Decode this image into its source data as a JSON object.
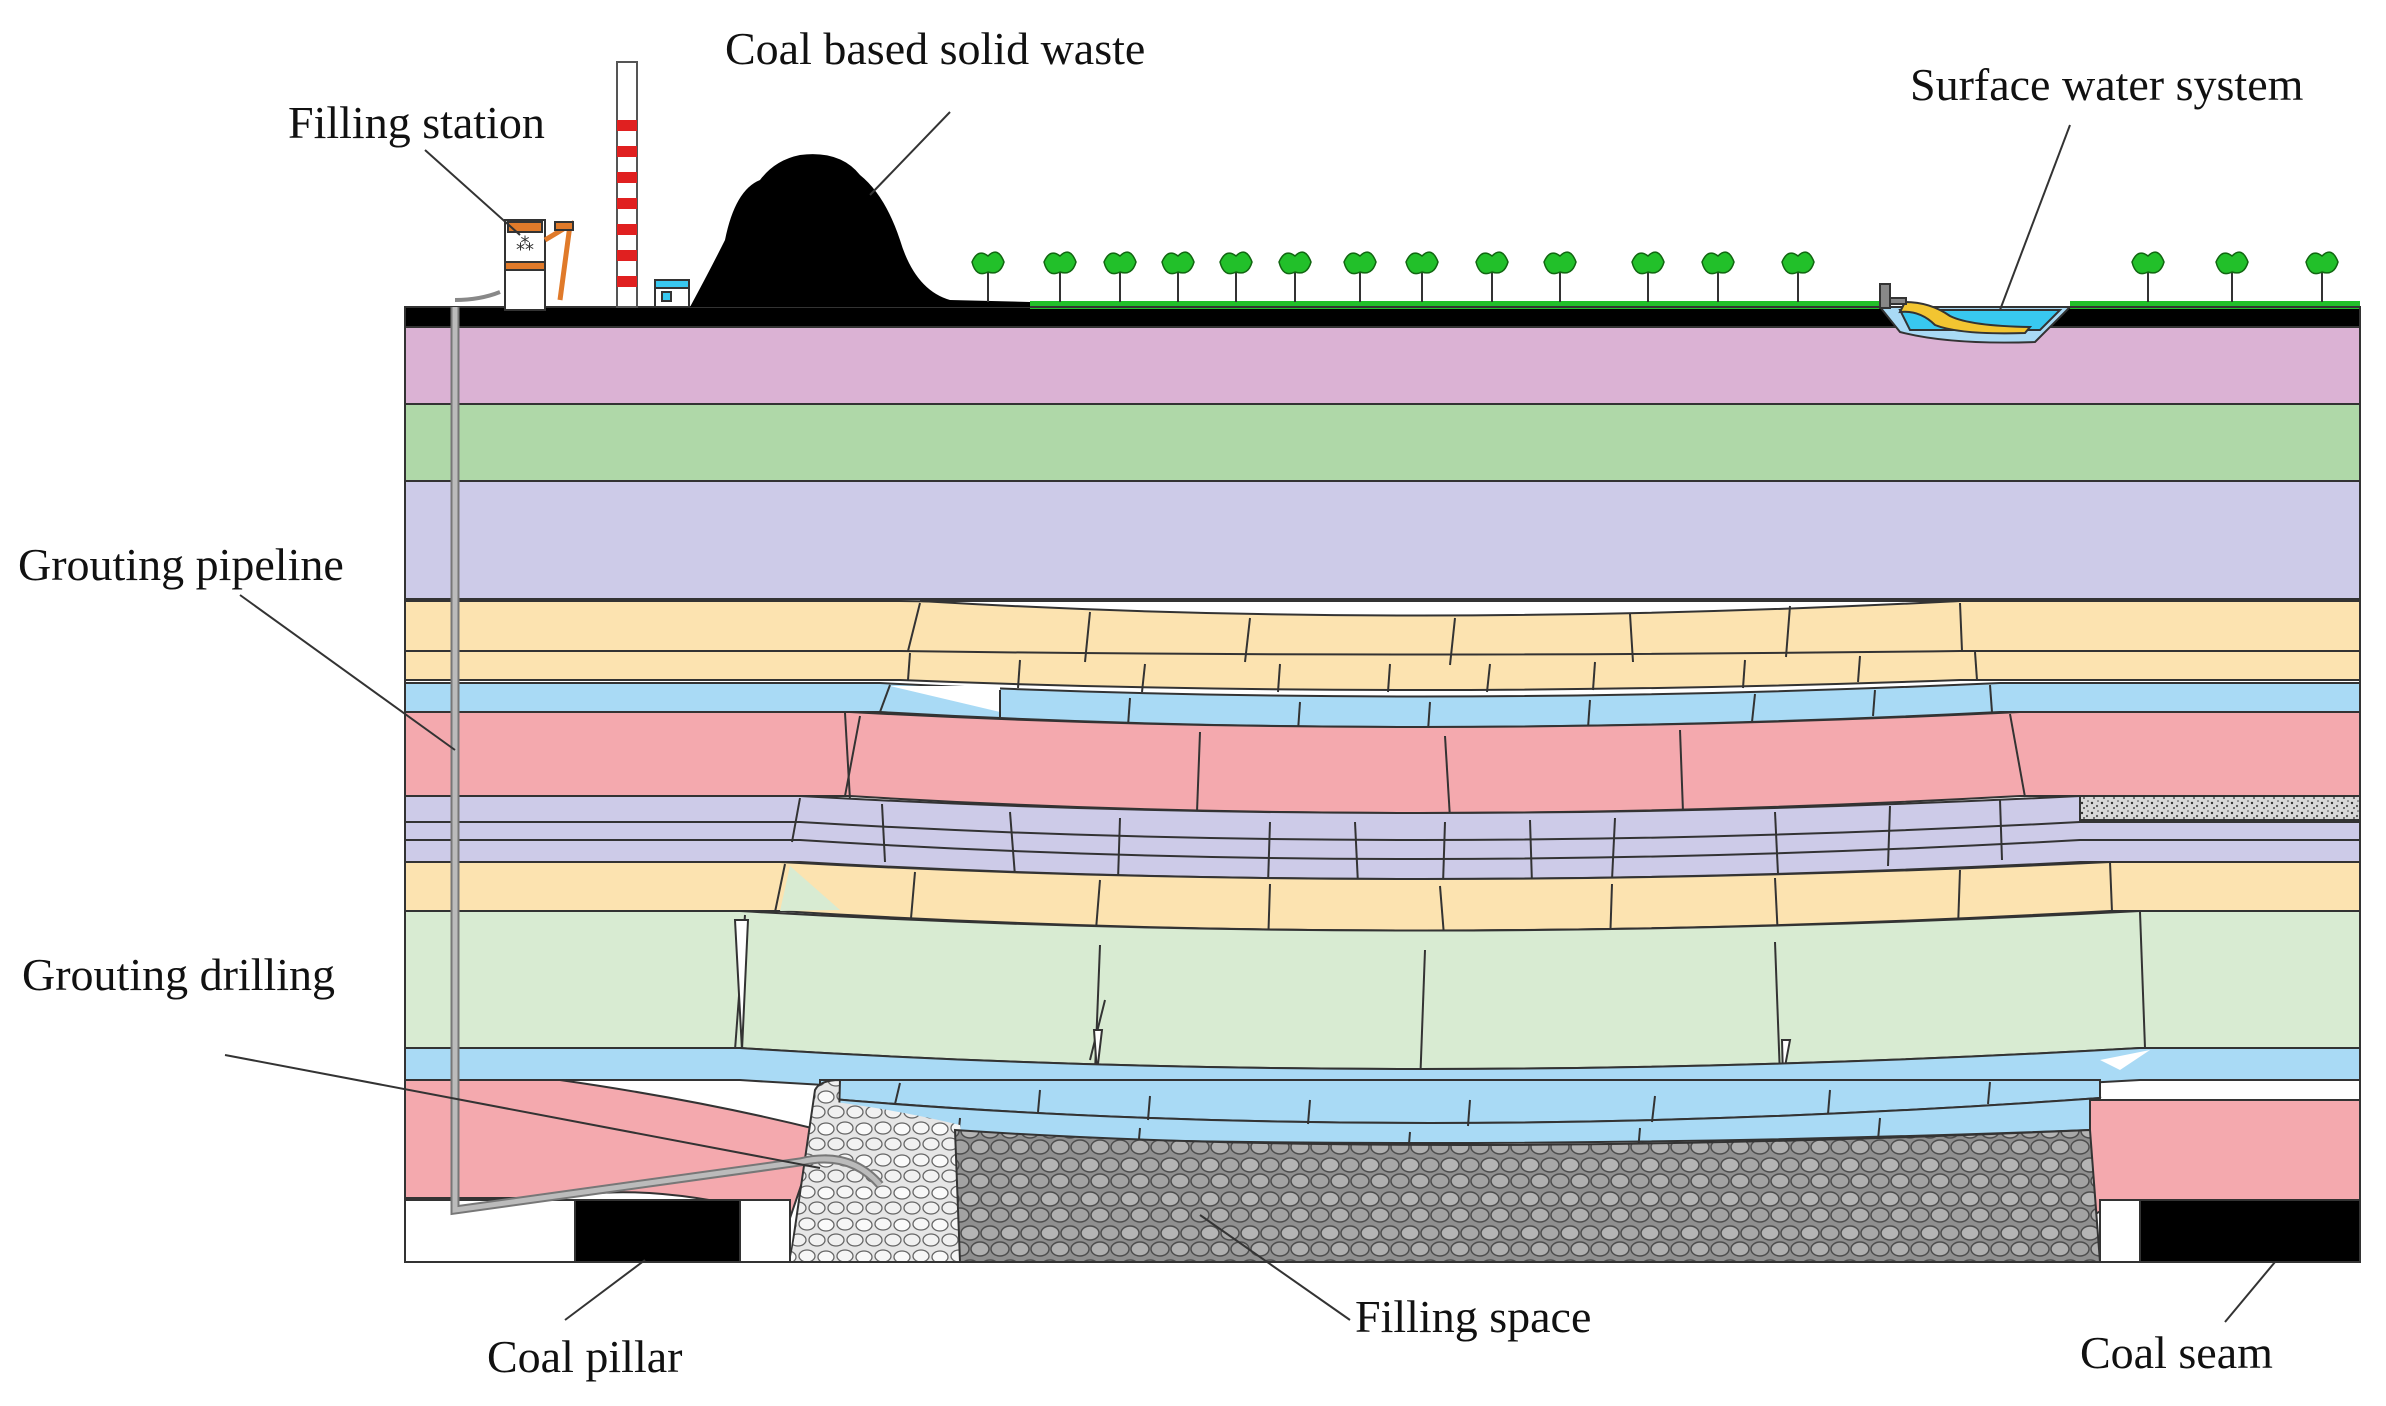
{
  "labels": {
    "filling_station": "Filling station",
    "coal_waste": "Coal based solid waste",
    "surface_water": "Surface water system",
    "grouting_pipeline": "Grouting pipeline",
    "grouting_drilling": "Grouting drilling",
    "coal_pillar": "Coal pillar",
    "filling_space": "Filling space",
    "coal_seam": "Coal seam"
  },
  "colors": {
    "pink": "#f4a9ae",
    "purple_top": "#dbb2d4",
    "green": "#afd8a8",
    "lavender": "#cdcbe8",
    "tan": "#fce3b0",
    "blue": "#a9daf5",
    "light_green": "#d8ebd2",
    "coal": "#000000",
    "grass": "#22c02a",
    "water": "#38c8f0",
    "pipe": "#9a9a9a"
  }
}
